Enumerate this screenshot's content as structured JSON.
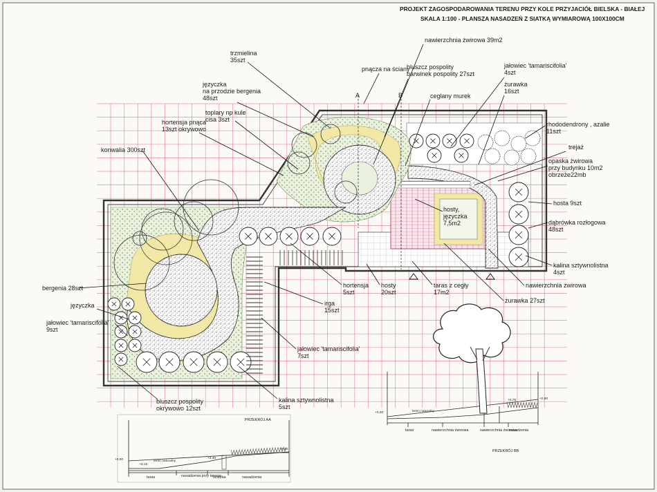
{
  "title": {
    "line1": "PROJEKT ZAGOSPODAROWANIA TERENU PRZY KOLE PRZYJACIÓŁ BIELSKA - BIAŁEJ",
    "line2": "SKALA 1:100 - PLANSZA NASADZEŃ Z SIATKĄ WYMIAROWĄ 100X100CM"
  },
  "labels": {
    "trzmielina": [
      "trzmielina",
      "35szt"
    ],
    "pnacza": [
      "pnącza na ściany"
    ],
    "nawierzchnia_top": [
      "nawierzchnia żwirowa 39m2"
    ],
    "bluszcz_top": [
      "bluszcz pospolity",
      "barwinek pospolity 27szt"
    ],
    "jalowiec_top": [
      "jałowiec 'tamariscifolia'",
      "4szt"
    ],
    "zurawka_top": [
      "żurawka",
      "16szt"
    ],
    "jezyczka_top": [
      "języczka",
      "na przodzie bergenia",
      "48szt"
    ],
    "ceglany": [
      "ceglany murek"
    ],
    "rhodo": [
      "rhododendrony , azalie",
      "11szt"
    ],
    "toplary": [
      "toplary np kule",
      "cisa 3szt"
    ],
    "hortensja_pnaca": [
      "hortensja pnąca",
      "13szt okrywowo"
    ],
    "konwalia": [
      "konwalia 300szt"
    ],
    "trejaz": [
      "trejaż"
    ],
    "opaska": [
      "opaska żwirowa",
      "przy budynku 10m2",
      "obrzeże22mb"
    ],
    "hosta": [
      "hosta 9szt"
    ],
    "hosty_jez": [
      "hosty,",
      "języczka",
      "7,5m2"
    ],
    "dabrowka": [
      "dąbrówka rozłogowa",
      "48szt"
    ],
    "kalina_right": [
      "kalina sztywnolistna",
      "4szt"
    ],
    "nawierzchnia_right": [
      "nawierzchnia żwirowa"
    ],
    "bergenia": [
      "bergenia 28szt"
    ],
    "hortensja": [
      "hortensja",
      "5szt"
    ],
    "hosty": [
      "hosty",
      "20szt"
    ],
    "taras": [
      "taras z cegły",
      "17m2"
    ],
    "zurawka_bottom": [
      "żurawka 27szt"
    ],
    "irga": [
      "irga",
      "15szt"
    ],
    "jezyczka_left": [
      "języczka"
    ],
    "jalowiec_left": [
      "jałowiec 'tamariscifolia'",
      "9szt"
    ],
    "jalowiec_mid": [
      "jałowiec 'tamariscifolia'",
      "7szt"
    ],
    "bluszcz_bottom": [
      "bluszcz pospolity",
      "okrywowo 12szt"
    ],
    "kalina_bottom": [
      "kalina sztywnolistna",
      "5szt"
    ],
    "cut_A": "A",
    "cut_B": "B"
  },
  "section_aa": {
    "title": "PRZEKRÓJ AA",
    "level_left": "+0,00",
    "level_a": "+0,15",
    "level_b": "+2,40",
    "level_right": "+2,40",
    "hedge_note": "teren naturalny",
    "labels": [
      "taras",
      "nasadzenia przy tarasie",
      "ścieżka",
      "nasadzenia"
    ]
  },
  "section_bb": {
    "title": "PRZEKRÓJ BB",
    "level_left": "+0,00",
    "level_a": "+0,75",
    "level_right": "+0,90",
    "slope_note": "teren naturalny",
    "labels": [
      "taras",
      "nawierzchnia żwirowa",
      "nawierzchnia żwirowa",
      "nasadzenia"
    ]
  }
}
